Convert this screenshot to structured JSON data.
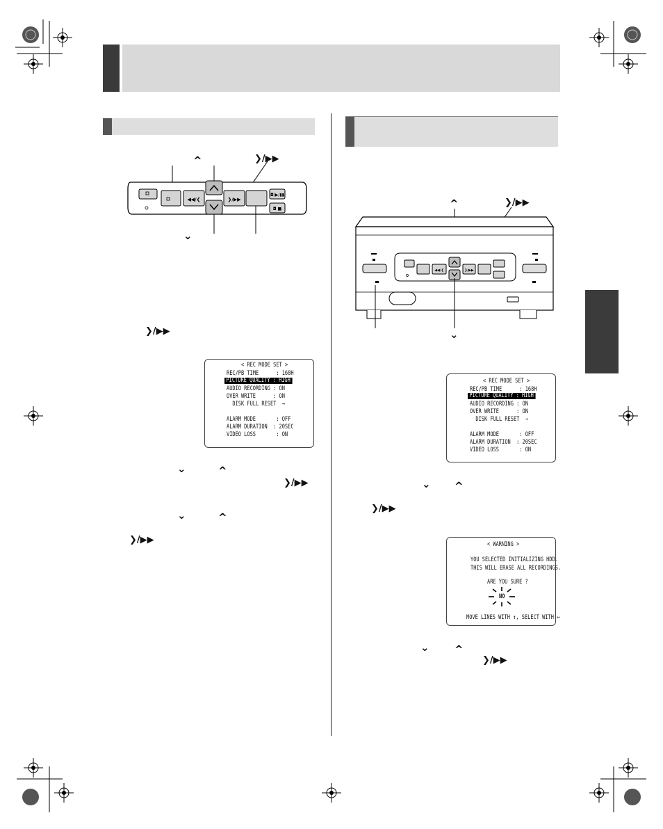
{
  "icons": {
    "up": "up-chevron-icon",
    "down": "down-chevron-icon",
    "forward": "play-forward-icon"
  },
  "glyphs": {
    "up": "^",
    "down": "⌄",
    "forward": "❯/▶▶"
  },
  "left_callouts": {
    "up_label": "^",
    "forward_label": "❯/▶▶",
    "down_label": "⌄",
    "step_forward": "❯/▶▶",
    "step_down_a": "⌄",
    "step_up_a": "^",
    "step_forward_b": "❯/▶▶",
    "step_down_b": "⌄",
    "step_up_b": "^",
    "step_forward_c": "❯/▶▶"
  },
  "right_callouts": {
    "up_label": "^",
    "forward_label": "❯/▶▶",
    "down_label": "⌄",
    "step_down_a": "⌄",
    "step_up_a": "^",
    "step_forward_a": "❯/▶▶",
    "step_down_b": "⌄",
    "step_up_b": "^",
    "step_forward_b": "❯/▶▶"
  },
  "rec_mode_menu": {
    "title": "< REC MODE SET >",
    "rows": [
      "REC/PB TIME      : 168H",
      "PICTURE QUALITY : HIGH",
      "AUDIO RECORDING : ON",
      "OVER WRITE      : ON",
      "  DISK FULL RESET  →",
      "",
      "ALARM MODE       : OFF",
      "ALARM DURATION  : 20SEC",
      "VIDEO LOSS       : ON"
    ],
    "highlighted_row": 1
  },
  "warning_menu": {
    "title": "< WARNING >",
    "line1": "YOU SELECTED INITIALIZING HDD.",
    "line2": "THIS WILL ERASE ALL RECORDINGS.",
    "question": "ARE YOU SURE ?",
    "choice": "NO",
    "footer": "MOVE LINES WITH ↕, SELECT WITH ↔"
  },
  "colors": {
    "header_dark": "#3a3a3a",
    "header_band": "#d9d9d9",
    "section_band": "#dedede",
    "side_tab": "#3b3b3b"
  }
}
